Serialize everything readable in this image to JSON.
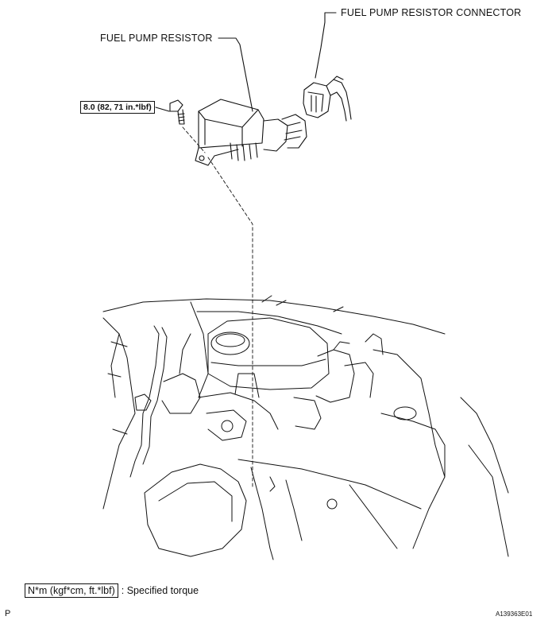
{
  "labels": {
    "connector": "FUEL PUMP RESISTOR CONNECTOR",
    "resistor": "FUEL PUMP RESISTOR",
    "torque": "8.0 (82, 71 in.*lbf)"
  },
  "legend": {
    "unit": "N*m (kgf*cm, ft.*lbf)",
    "separator": ":",
    "text": "Specified torque"
  },
  "footer": {
    "left": "P",
    "code": "A139363E01"
  }
}
